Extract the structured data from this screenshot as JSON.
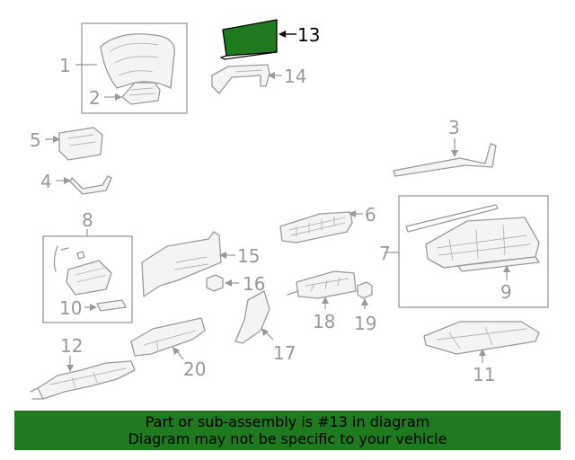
{
  "callouts": {
    "c1": "1",
    "c2": "2",
    "c3": "3",
    "c4": "4",
    "c5": "5",
    "c6": "6",
    "c7": "7",
    "c8": "8",
    "c9": "9",
    "c10": "10",
    "c11": "11",
    "c12": "12",
    "c13": "13",
    "c14": "14",
    "c15": "15",
    "c16": "16",
    "c17": "17",
    "c18": "18",
    "c19": "19",
    "c20": "20"
  },
  "highlight_color": "#1f7a1f",
  "banner": {
    "line1": "Part or sub-assembly is #13 in diagram",
    "line2": "Diagram may not be specific to your vehicle",
    "background": "#1f7a1f"
  }
}
